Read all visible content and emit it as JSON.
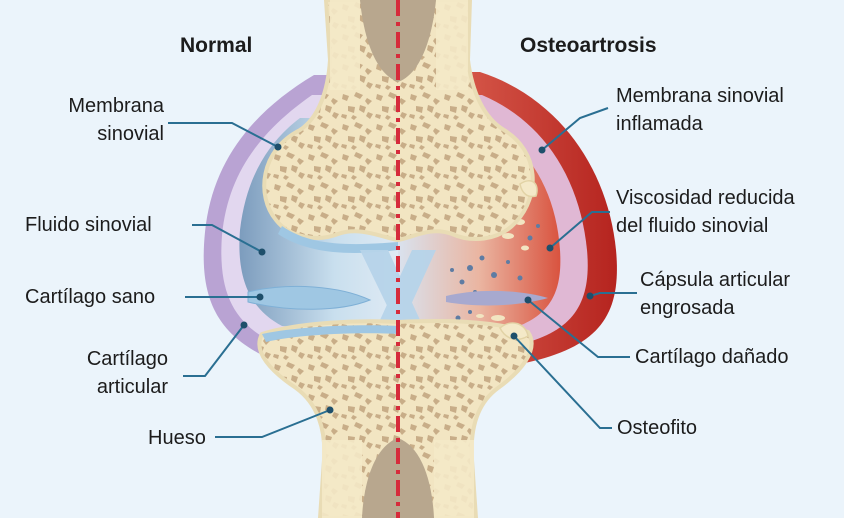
{
  "headers": {
    "normal": "Normal",
    "osteo": "Osteoartrosis"
  },
  "labels": {
    "membrana_sinovial": [
      "Membrana",
      "sinovial"
    ],
    "fluido_sinovial": "Fluido sinovial",
    "cartilago_sano": "Cartílago sano",
    "cartilago_articular": [
      "Cartílago",
      "articular"
    ],
    "hueso": "Hueso",
    "membrana_inflamada": [
      "Membrana sinovial",
      "inflamada"
    ],
    "viscosidad": [
      "Viscosidad reducida",
      "del fluido sinovial"
    ],
    "capsula": [
      "Cápsula articular",
      "engrosada"
    ],
    "cartilago_danado": "Cartílago dañado",
    "osteofito": "Osteofito"
  },
  "colors": {
    "background": "#ebf4fb",
    "bone": "#f4e9c8",
    "marrow": "#c8ad88",
    "membrane_normal": "#b9a3d3",
    "membrane_inflamed": "#cc3b36",
    "synovial_fluid": "#c9dfee",
    "cartilage": "#9fc7e3",
    "midline": "#d62b3b",
    "leader_line": "#2a6f92"
  }
}
